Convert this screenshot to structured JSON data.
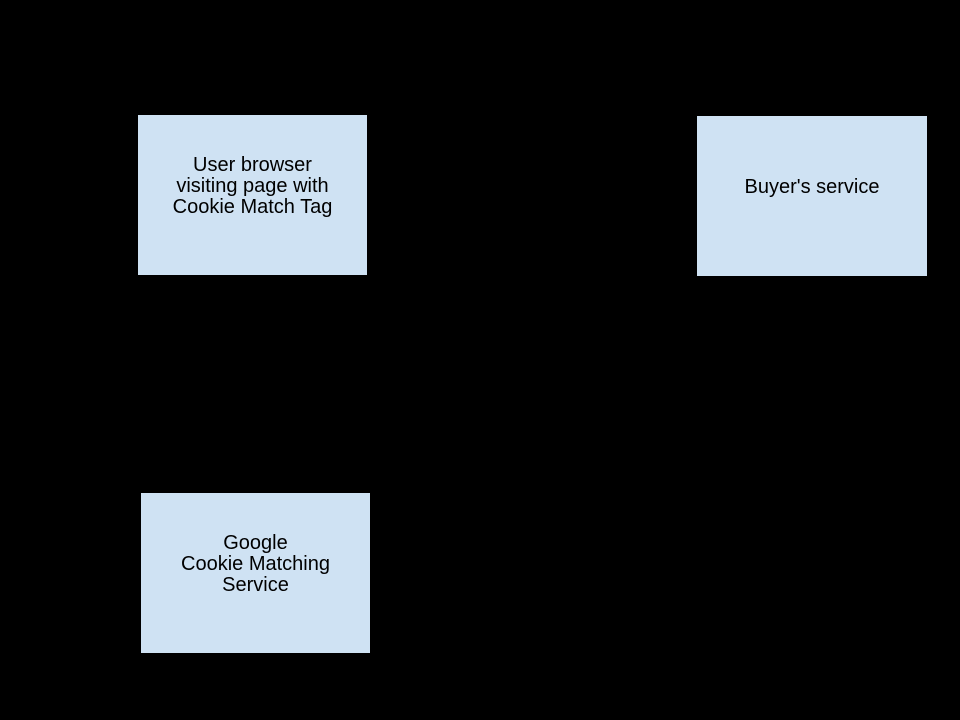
{
  "canvas": {
    "background_color": "#000000"
  },
  "diagram": {
    "node_fill_color": "#cfe2f3",
    "node_border_color": "#000000",
    "node_text_color": "#000000",
    "nodes": [
      {
        "id": "user-browser",
        "lines": [
          "User browser",
          "visiting page with",
          "Cookie Match Tag"
        ]
      },
      {
        "id": "buyers-service",
        "lines": [
          "Buyer's service"
        ]
      },
      {
        "id": "google-cookie-matching-service",
        "lines": [
          "Google",
          "Cookie Matching",
          "Service"
        ]
      }
    ]
  }
}
